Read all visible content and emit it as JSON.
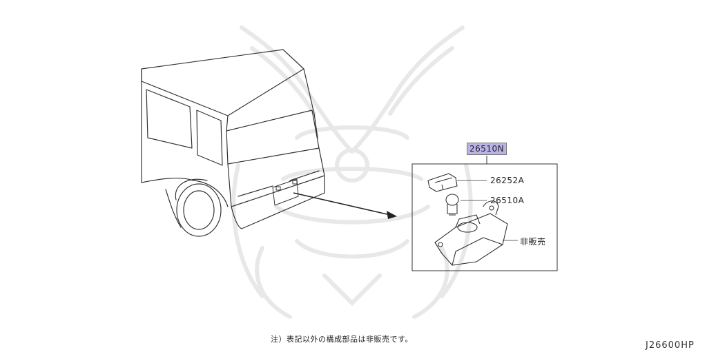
{
  "labels": {
    "main_part": "26510N",
    "part_bulb_socket": "26252A",
    "part_lamp": "26510A",
    "not_sold": "非販売"
  },
  "footer_note": "注）表記以外の構成部品は非販売です。",
  "diagram_code": "J26600HP",
  "colors": {
    "highlight": "#b9b3e6",
    "line": "#333333",
    "watermark": "#e6e6e6"
  }
}
